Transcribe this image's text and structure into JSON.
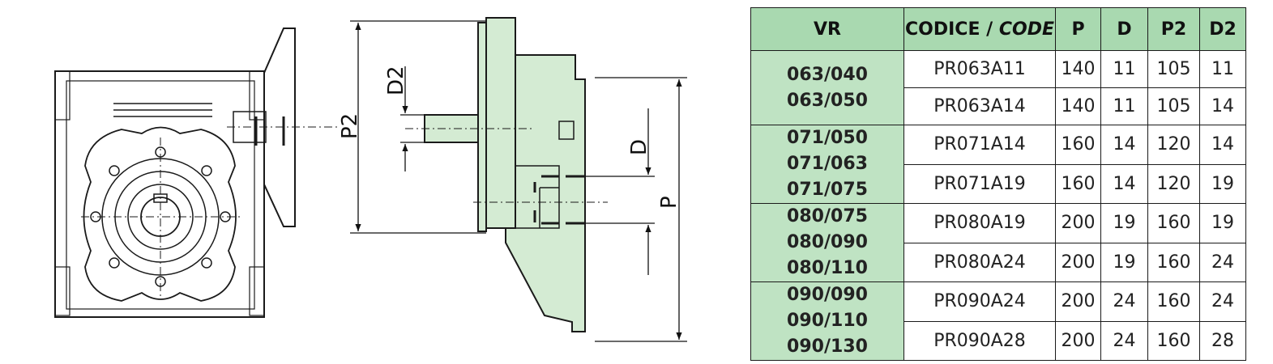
{
  "dimension_labels": {
    "p2": "P2",
    "d2": "D2",
    "d": "D",
    "p": "P"
  },
  "table": {
    "headers": {
      "vr": "VR",
      "code_prefix": "CODICE / ",
      "code_italic": "CODE",
      "p": "P",
      "d": "D",
      "p2": "P2",
      "d2": "D2"
    },
    "groups": [
      {
        "vr": [
          "063/040",
          "063/050"
        ],
        "rows": [
          {
            "code": "PR063A11",
            "p": "140",
            "d": "11",
            "p2": "105",
            "d2": "11"
          },
          {
            "code": "PR063A14",
            "p": "140",
            "d": "11",
            "p2": "105",
            "d2": "14"
          }
        ]
      },
      {
        "vr": [
          "071/050",
          "071/063",
          "071/075"
        ],
        "rows": [
          {
            "code": "PR071A14",
            "p": "160",
            "d": "14",
            "p2": "120",
            "d2": "14"
          },
          {
            "code": "PR071A19",
            "p": "160",
            "d": "14",
            "p2": "120",
            "d2": "19"
          }
        ]
      },
      {
        "vr": [
          "080/075",
          "080/090",
          "080/110"
        ],
        "rows": [
          {
            "code": "PR080A19",
            "p": "200",
            "d": "19",
            "p2": "160",
            "d2": "19"
          },
          {
            "code": "PR080A24",
            "p": "200",
            "d": "19",
            "p2": "160",
            "d2": "24"
          }
        ]
      },
      {
        "vr": [
          "090/090",
          "090/110",
          "090/130"
        ],
        "rows": [
          {
            "code": "PR090A24",
            "p": "200",
            "d": "24",
            "p2": "160",
            "d2": "24"
          },
          {
            "code": "PR090A28",
            "p": "200",
            "d": "24",
            "p2": "160",
            "d2": "28"
          }
        ]
      }
    ]
  },
  "colors": {
    "header_bg": "#a9d9b0",
    "vr_bg": "#bfe3c3",
    "part_fill": "#d4ebd3",
    "line": "#1a1a1a"
  }
}
